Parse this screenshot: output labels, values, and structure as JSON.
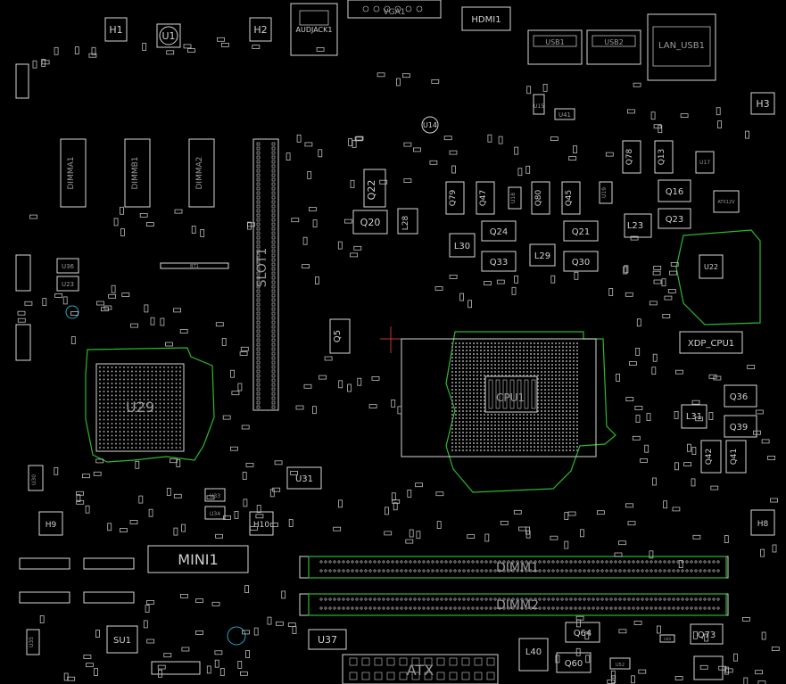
{
  "colors": {
    "background": "#000000",
    "silkscreen": "#d6d6d6",
    "keepout": "#2db82d",
    "fiducial": "#2aa6c8"
  },
  "labels": {
    "H1": "H1",
    "U1": "U1",
    "H2": "H2",
    "AUDJACK1": "AUDJACK1",
    "VGA1": "VGA1",
    "HDMI1": "HDMI1",
    "USB1": "USB1",
    "USB2": "USB2",
    "LAN_USB1": "LAN_USB1",
    "H3": "H3",
    "DIMM_A": "DIMMA1",
    "DIMM_B": "DIMMB1",
    "DIMM_C": "DIMMA2",
    "SLOT1": "SLOT1",
    "U14": "U14",
    "U15": "U15",
    "U41": "U41",
    "Q22": "Q22",
    "Q20": "Q20",
    "L28": "L28",
    "Q79": "Q79",
    "Q47": "Q47",
    "U18": "U18",
    "Q80": "Q80",
    "Q45": "Q45",
    "U19": "U19",
    "Q78": "Q78",
    "Q13": "Q13",
    "U17": "U17",
    "Q16": "Q16",
    "ATX12V": "ATX12V",
    "L23": "L23",
    "Q23": "Q23",
    "L30": "L30",
    "Q24": "Q24",
    "Q21": "Q21",
    "L29": "L29",
    "Q33": "Q33",
    "Q30": "Q30",
    "U22": "U22",
    "XDP_CPU1": "XDP_CPU1",
    "U36": "U36",
    "U23": "U23",
    "BT1": "BT1",
    "Q5": "Q5",
    "U29": "U29",
    "CPU1": "CPU1",
    "Q36": "Q36",
    "L31": "L31",
    "Q39": "Q39",
    "Q42": "Q42",
    "Q41": "Q41",
    "U30": "U30",
    "U31": "U31",
    "U33": "U33",
    "U34": "U34",
    "H9": "H9",
    "H10": "H10",
    "H8": "H8",
    "MINI1": "MINI1",
    "DIMM1": "DIMM1",
    "DIMM2": "DIMM2",
    "U35": "U35",
    "SU1": "SU1",
    "U37": "U37",
    "ATX": "ATX",
    "L40": "L40",
    "Q64": "Q64",
    "Q60": "Q60",
    "Q73": "Q73",
    "U52": "U52",
    "U40": "U40"
  }
}
